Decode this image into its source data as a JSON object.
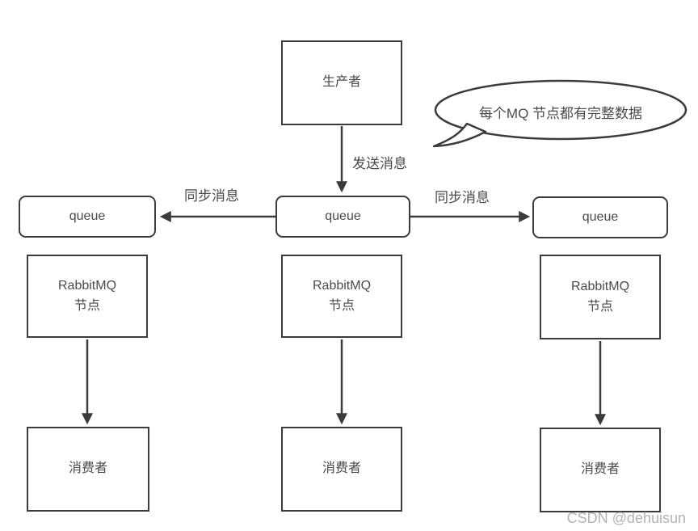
{
  "diagram": {
    "title_context": "RabbitMQ mirrored cluster message flow",
    "colors": {
      "line": "#3b3b3b",
      "text": "#4a4a4a",
      "watermark": "#b3b3b3"
    },
    "producer": {
      "label": "生产者"
    },
    "bubble": {
      "text": "每个MQ 节点都有完整数据"
    },
    "edges": {
      "send": {
        "label": "发送消息"
      },
      "sync_left": {
        "label": "同步消息"
      },
      "sync_right": {
        "label": "同步消息"
      }
    },
    "columns": [
      {
        "queue": "queue",
        "node": "RabbitMQ\n节点",
        "consumer": "消费者"
      },
      {
        "queue": "queue",
        "node": "RabbitMQ\n节点",
        "consumer": "消费者"
      },
      {
        "queue": "queue",
        "node": "RabbitMQ\n节点",
        "consumer": "消费者"
      }
    ],
    "watermark": "CSDN @dehuisun"
  }
}
